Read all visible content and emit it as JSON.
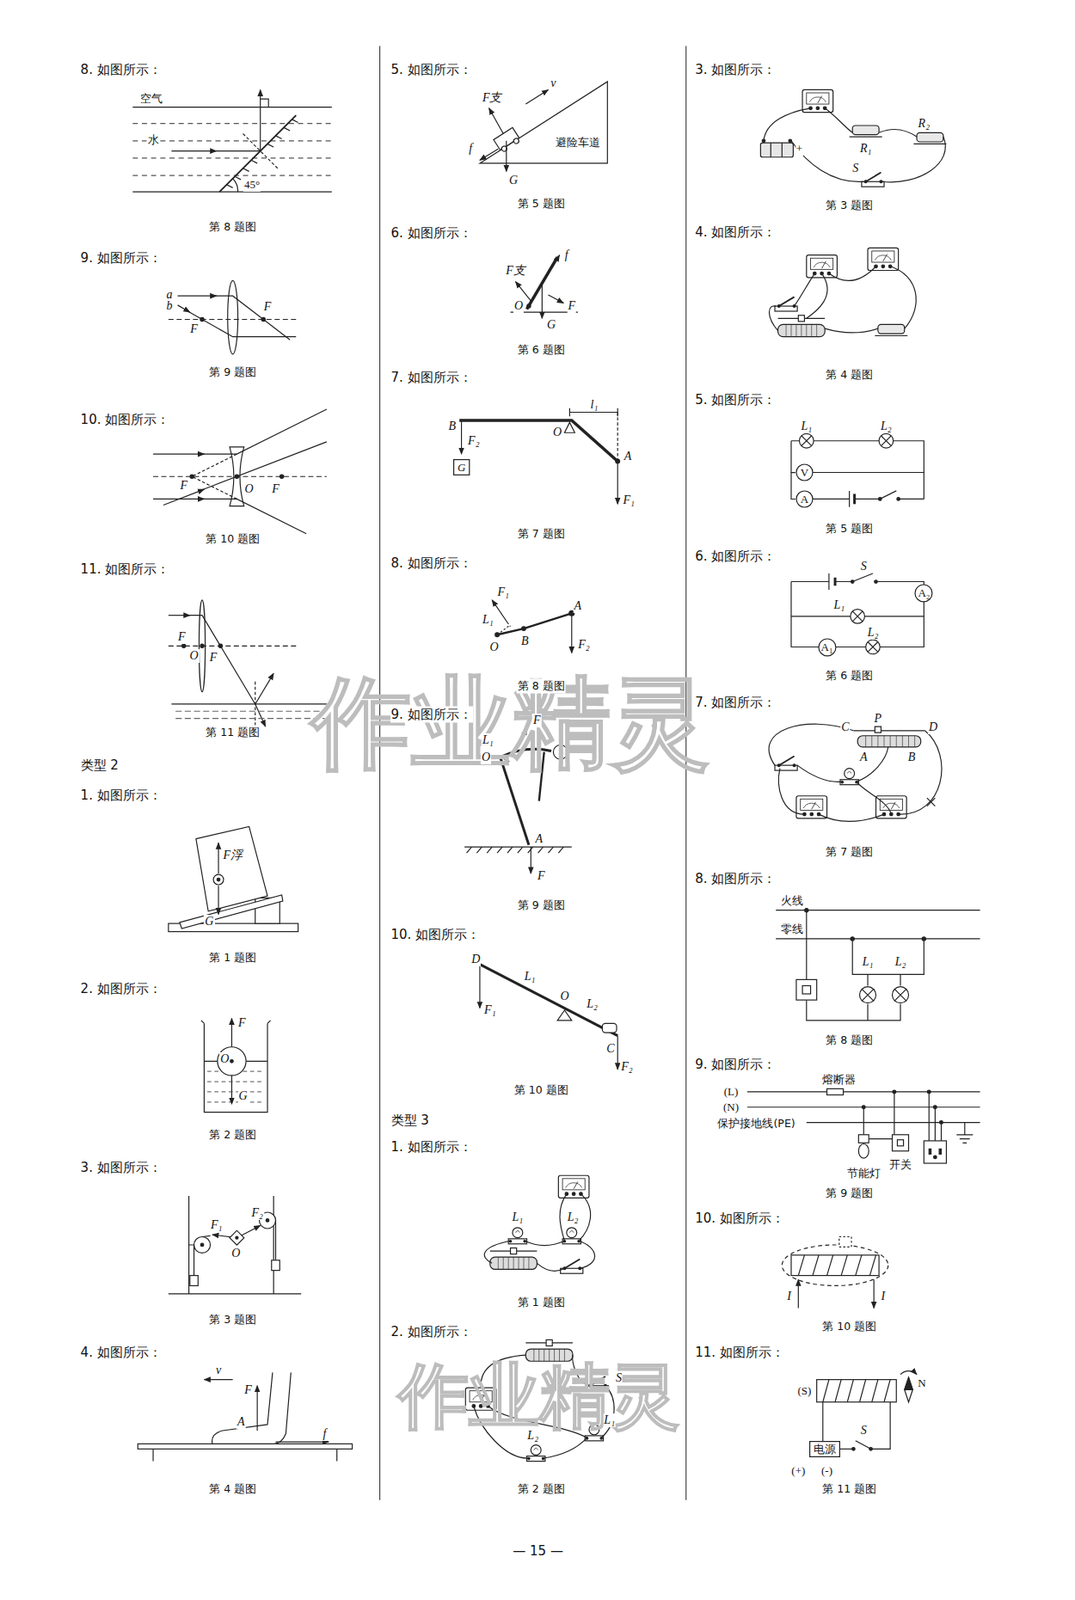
{
  "diagram": {
    "nodes": [
      {
        "text": [
          "G"
        ]
      },
      {
        "text": [
          "V"
        ]
      },
      {
        "text": [
          "A"
        ]
      },
      {
        "text": [
          "A₂"
        ]
      },
      {
        "text": [
          "A₁"
        ]
      },
      {
        "text": [
          "电源"
        ]
      }
    ],
    "edges": [
      {
        "from": 1,
        "to": 2,
        "arrow": "none"
      }
    ],
    "labels": [
      "作业精灵",
      "作业精灵",
      "8. 如图所示：",
      "空气",
      "水",
      "45°",
      "第 8 题图",
      "9. 如图所示：",
      "a",
      "b",
      "F",
      "F",
      "第 9 题图",
      "10. 如图所示：",
      "F",
      "O",
      "F",
      "第 10 题图",
      "11. 如图所示：",
      "F",
      "O",
      "F",
      "第 11 题图",
      "类型 2",
      "1. 如图所示：",
      "F浮",
      "G",
      "第 1 题图",
      "2. 如图所示：",
      "F",
      "O",
      "G",
      "第 2 题图",
      "3. 如图所示：",
      "F₁",
      "F₂",
      "O",
      "第 3 题图",
      "4. 如图所示：",
      "v",
      "F",
      "A",
      "f",
      "第 4 题图",
      "5. 如图所示：",
      "F支",
      "v",
      "避险车道",
      "f",
      "G",
      "第 5 题图",
      "6. 如图所示：",
      "F支",
      "f",
      "O",
      "F",
      "G",
      "第 6 题图",
      "7. 如图所示：",
      "l₁",
      "B",
      "O",
      "F₂",
      "A",
      "F₁",
      "第 7 题图",
      "8. 如图所示：",
      "F₁",
      "L₁",
      "A",
      "O",
      "B",
      "F₂",
      "第 8 题图",
      "9. 如图所示：",
      "F",
      "L₁",
      "O",
      "A",
      "F",
      "第 9 题图",
      "10. 如图所示：",
      "D",
      "L₁",
      "O",
      "L₂",
      "F₁",
      "C",
      "F₂",
      "第 10 题图",
      "类型 3",
      "1. 如图所示：",
      "L₁",
      "L₂",
      "第 1 题图",
      "2. 如图所示：",
      "S",
      "L₁",
      "L₂",
      "第 2 题图",
      "3. 如图所示：",
      "R₂",
      "+",
      "R₁",
      "S",
      "第 3 题图",
      "4. 如图所示：",
      "第 4 题图",
      "5. 如图所示：",
      "L₁",
      "L₂",
      "第 5 题图",
      "6. 如图所示：",
      "S",
      "L₁",
      "L₂",
      "第 6 题图",
      "7. 如图所示：",
      "C",
      "P",
      "D",
      "A",
      "B",
      "第 7 题图",
      "8. 如图所示：",
      "火线",
      "零线",
      "L₁",
      "L₂",
      "第 8 题图",
      "9. 如图所示：",
      "(L)",
      "熔断器",
      "(N)",
      "保护接地线(PE)",
      "节能灯",
      "开关",
      "第 9 题图",
      "10. 如图所示：",
      "I",
      "I",
      "第 10 题图",
      "11. 如图所示：",
      "(S)",
      "N",
      "S",
      "(+)",
      "(-)",
      "第 11 题图",
      "— 15 —"
    ]
  }
}
